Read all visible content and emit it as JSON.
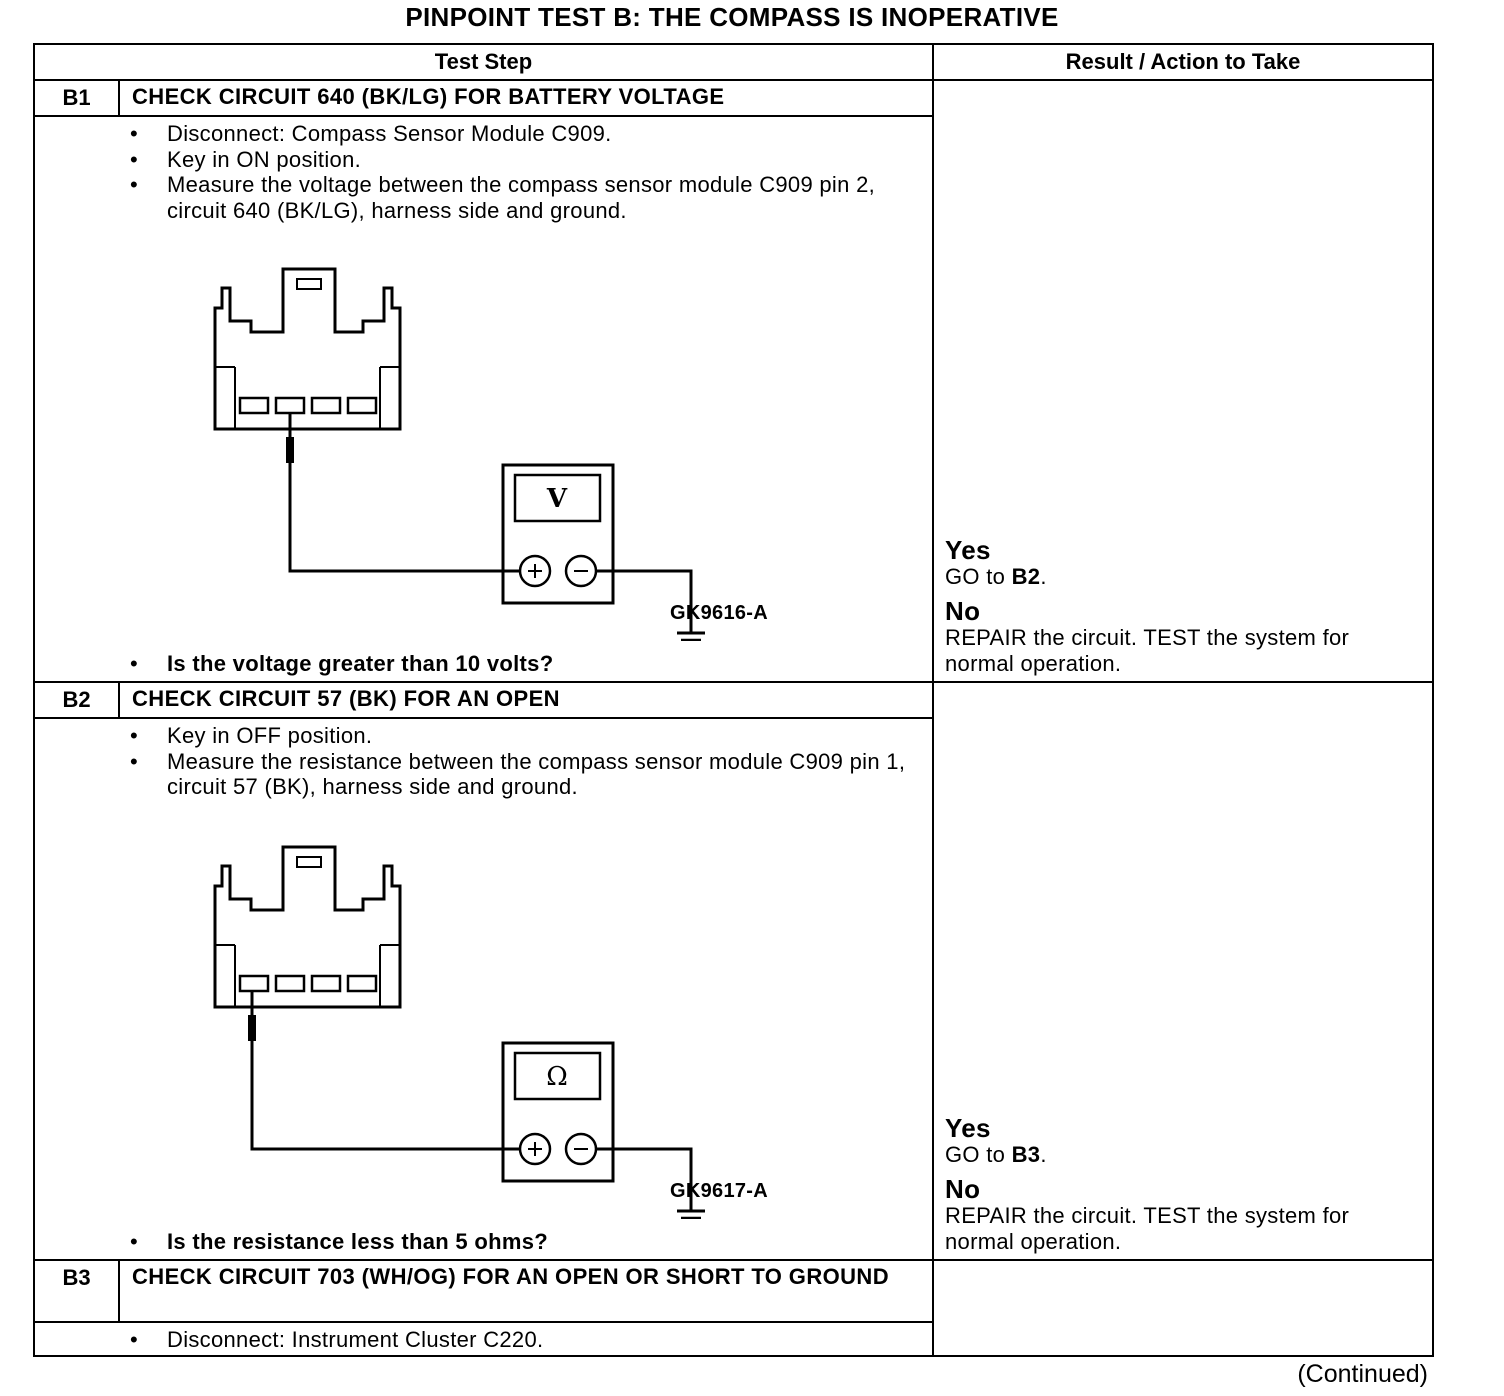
{
  "title": "PINPOINT TEST B: THE COMPASS IS INOPERATIVE",
  "headers": {
    "test_step": "Test Step",
    "result": "Result / Action to Take"
  },
  "steps": [
    {
      "id": "B1",
      "heading": "CHECK CIRCUIT 640 (BK/LG) FOR BATTERY VOLTAGE",
      "bullets": [
        "Disconnect: Compass Sensor Module C909.",
        "Key in ON position.",
        "Measure the voltage between the compass sensor module C909 pin 2, circuit 640 (BK/LG), harness side and ground."
      ],
      "figure": {
        "meter_symbol": "V",
        "code": "GK9616-A",
        "probe_pin": 2
      },
      "question": "Is the voltage greater than 10 volts?",
      "yes": {
        "label": "Yes",
        "action": "GO to",
        "target": "B2",
        "end": "."
      },
      "no": {
        "label": "No",
        "text": "REPAIR the circuit. TEST the system for normal operation."
      }
    },
    {
      "id": "B2",
      "heading": "CHECK CIRCUIT 57 (BK) FOR AN OPEN",
      "bullets": [
        "Key in OFF position.",
        "Measure the resistance between the compass sensor module C909 pin 1, circuit 57 (BK), harness side and ground."
      ],
      "figure": {
        "meter_symbol": "Ω",
        "code": "GK9617-A",
        "probe_pin": 1
      },
      "question": "Is the resistance less than 5 ohms?",
      "yes": {
        "label": "Yes",
        "action": "GO to",
        "target": "B3",
        "end": "."
      },
      "no": {
        "label": "No",
        "text": "REPAIR the circuit. TEST the system for normal operation."
      }
    },
    {
      "id": "B3",
      "heading": "CHECK CIRCUIT 703 (WH/OG) FOR AN OPEN OR SHORT TO GROUND",
      "bullets": [
        "Disconnect: Instrument Cluster C220."
      ]
    }
  ],
  "footer": {
    "continued": "(Continued)"
  }
}
